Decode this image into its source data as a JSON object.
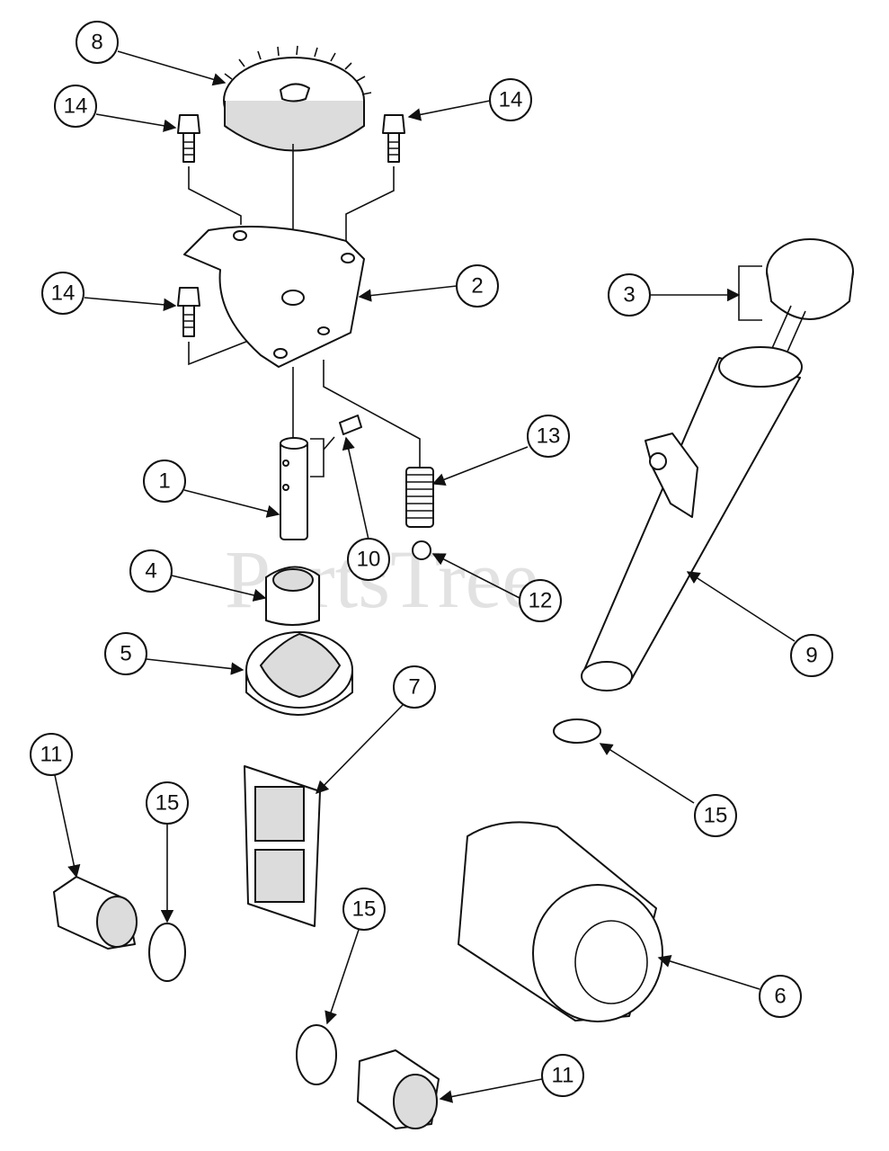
{
  "watermark": "PartsTree",
  "callouts": [
    {
      "id": "c8",
      "label": "8"
    },
    {
      "id": "c14a",
      "label": "14"
    },
    {
      "id": "c14b",
      "label": "14"
    },
    {
      "id": "c14c",
      "label": "14"
    },
    {
      "id": "c2",
      "label": "2"
    },
    {
      "id": "c3",
      "label": "3"
    },
    {
      "id": "c13",
      "label": "13"
    },
    {
      "id": "c1",
      "label": "1"
    },
    {
      "id": "c10",
      "label": "10"
    },
    {
      "id": "c4",
      "label": "4"
    },
    {
      "id": "c12",
      "label": "12"
    },
    {
      "id": "c5",
      "label": "5"
    },
    {
      "id": "c9",
      "label": "9"
    },
    {
      "id": "c7",
      "label": "7"
    },
    {
      "id": "c11a",
      "label": "11"
    },
    {
      "id": "c15a",
      "label": "15"
    },
    {
      "id": "c15b",
      "label": "15"
    },
    {
      "id": "c15c",
      "label": "15"
    },
    {
      "id": "c6",
      "label": "6"
    },
    {
      "id": "c11b",
      "label": "11"
    }
  ]
}
